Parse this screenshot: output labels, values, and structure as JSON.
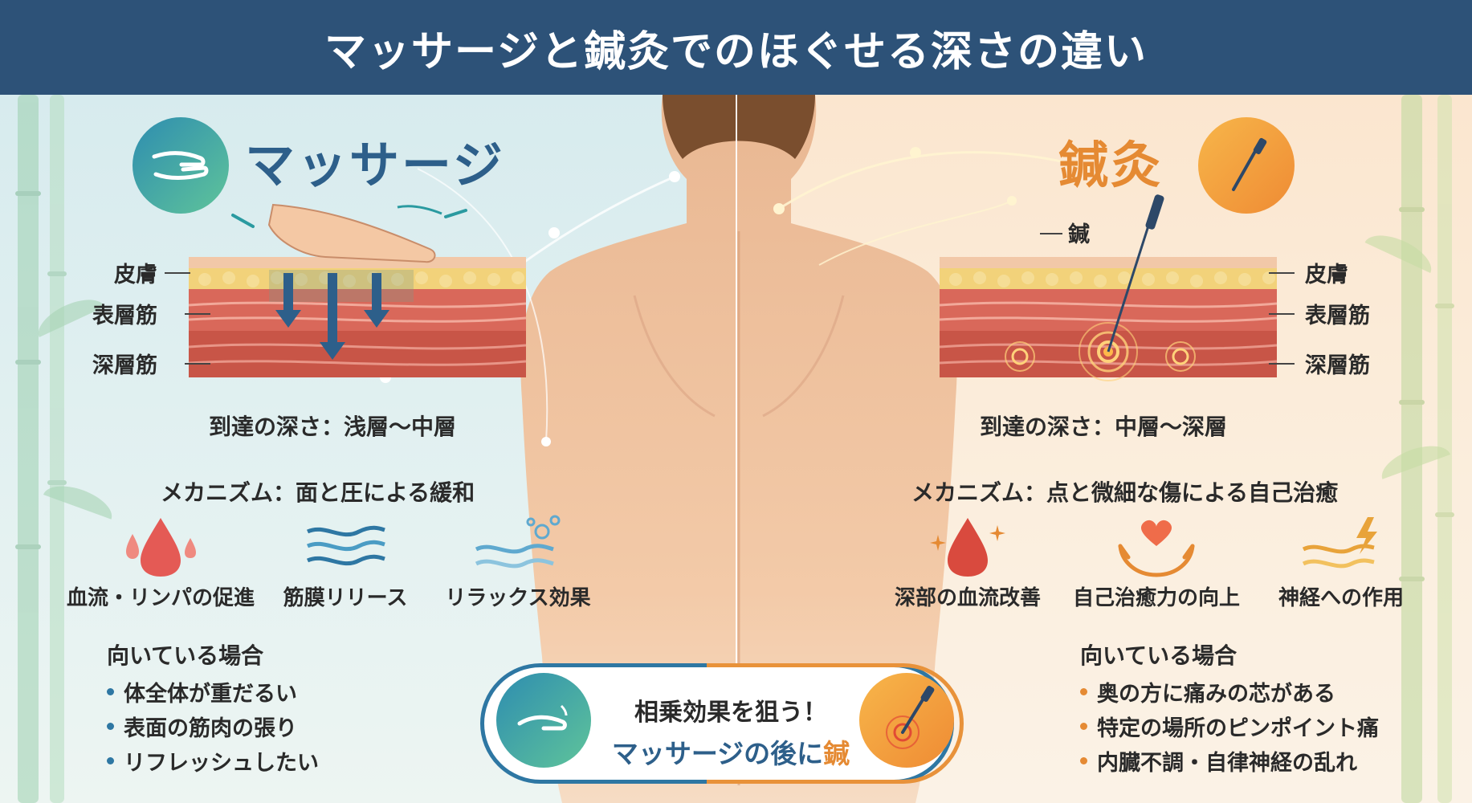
{
  "header": {
    "title": "マッサージと鍼灸でのほぐせる深さの違い"
  },
  "massage": {
    "title": "マッサージ",
    "icon": "massage-hands-icon",
    "color": "#2d5f8a",
    "layers": {
      "skin": "皮膚",
      "surface_muscle": "表層筋",
      "deep_muscle": "深層筋"
    },
    "depth": "到達の深さ：浅層〜中層",
    "mechanism": "メカニズム：面と圧による緩和",
    "effects": [
      {
        "label": "血流・リンパの促進",
        "icon": "blood-drop-icon"
      },
      {
        "label": "筋膜リリース",
        "icon": "fascia-wave-icon"
      },
      {
        "label": "リラックス効果",
        "icon": "relax-bubble-icon"
      }
    ],
    "suited_title": "向いている場合",
    "suited": [
      "体全体が重だるい",
      "表面の筋肉の張り",
      "リフレッシュしたい"
    ]
  },
  "acupuncture": {
    "title": "鍼灸",
    "icon": "acupuncture-needle-icon",
    "color": "#e58a33",
    "needle_label": "鍼",
    "layers": {
      "skin": "皮膚",
      "surface_muscle": "表層筋",
      "deep_muscle": "深層筋"
    },
    "depth": "到達の深さ：中層〜深層",
    "mechanism": "メカニズム：点と微細な傷による自己治癒",
    "effects": [
      {
        "label": "深部の血流改善",
        "icon": "blood-drop-sparkle-icon"
      },
      {
        "label": "自己治癒力の向上",
        "icon": "heart-hands-icon"
      },
      {
        "label": "神経への作用",
        "icon": "nerve-lightning-icon"
      }
    ],
    "suited_title": "向いている場合",
    "suited": [
      "奥の方に痛みの芯がある",
      "特定の場所のピンポイント痛",
      "内臓不調・自律神経の乱れ"
    ]
  },
  "synergy": {
    "line1": "相乗効果を狙う！",
    "line2_prefix": "マッサージの後に",
    "line2_highlight": "鍼"
  }
}
